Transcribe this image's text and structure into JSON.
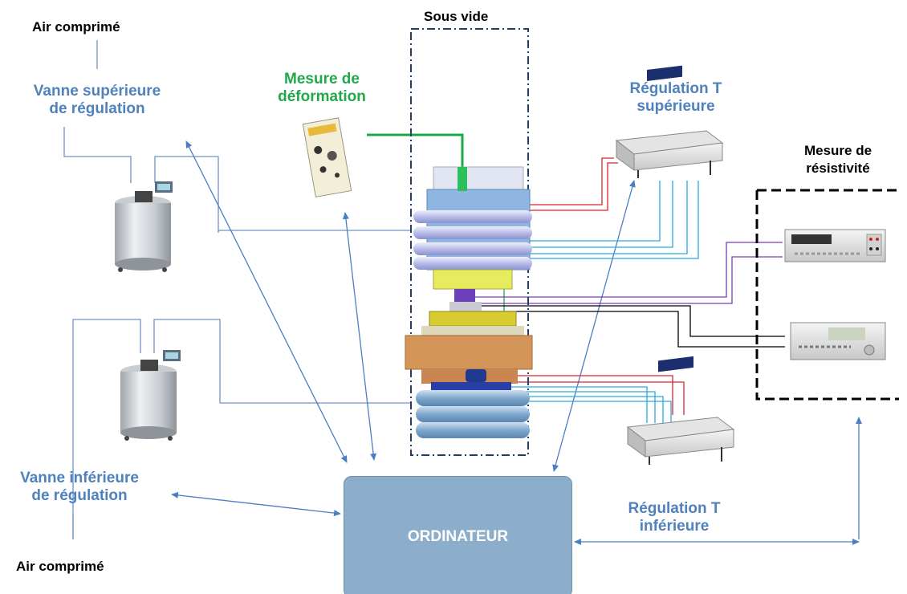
{
  "labels": {
    "air_top": "Air comprimé",
    "valve_top_1": "Vanne supérieure",
    "valve_top_2": "de régulation",
    "strain_1": "Mesure de",
    "strain_2": "déformation",
    "vacuum": "Sous vide",
    "reg_top_1": "Régulation T",
    "reg_top_2": "supérieure",
    "resist_1": "Mesure de",
    "resist_2": "résistivité",
    "valve_bot_1": "Vanne inférieure",
    "valve_bot_2": "de régulation",
    "air_bottom": "Air comprimé",
    "computer": "ORDINATEUR",
    "reg_bot_1": "Régulation T",
    "reg_bot_2": "inférieure"
  },
  "colors": {
    "arrow": "#4a7fc1",
    "label_blue": "#4f81bd",
    "label_green": "#21a84a",
    "computer_box": "#8daecb",
    "wire_red": "#e0222c",
    "wire_cyan": "#2aa7e0",
    "wire_purple": "#7b3fb3",
    "wire_black": "#000000",
    "wire_green": "#1aa84a"
  }
}
